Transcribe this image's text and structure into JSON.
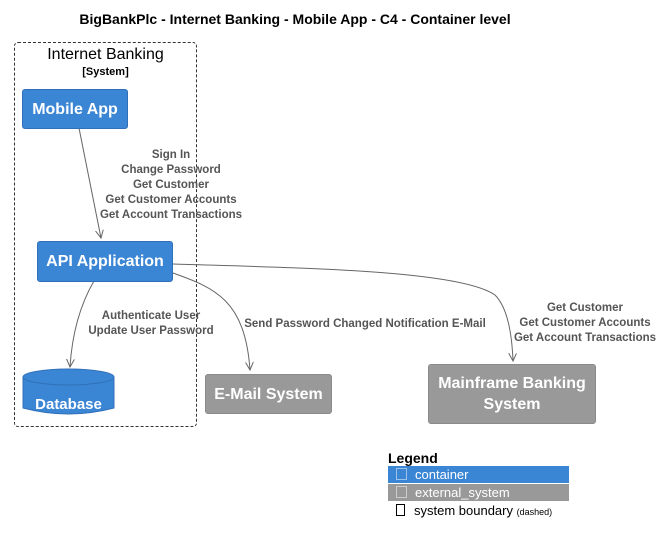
{
  "title": "BigBankPlc - Internet Banking - Mobile App - C4 - Container level",
  "boundary": {
    "name": "Internet Banking",
    "type": "[System]"
  },
  "nodes": {
    "mobile_app": "Mobile App",
    "api_application": "API Application",
    "database": "Database",
    "email_system": "E-Mail System",
    "mainframe_line1": "Mainframe Banking",
    "mainframe_line2": "System"
  },
  "relations": {
    "mobile_to_api": [
      "Sign In",
      "Change Password",
      "Get Customer",
      "Get Customer Accounts",
      "Get Account Transactions"
    ],
    "api_to_db": [
      "Authenticate User",
      "Update User Password"
    ],
    "api_to_email": [
      "Send Password Changed Notification E-Mail"
    ],
    "api_to_mainframe": [
      "Get Customer",
      "Get Customer Accounts",
      "Get Account Transactions"
    ]
  },
  "legend": {
    "title": "Legend",
    "container": "container",
    "external_system": "external_system",
    "boundary": "system boundary",
    "boundary_note": "(dashed)"
  },
  "colors": {
    "container": "#3b86d4",
    "external_system": "#999999",
    "relation_line": "#666666"
  }
}
